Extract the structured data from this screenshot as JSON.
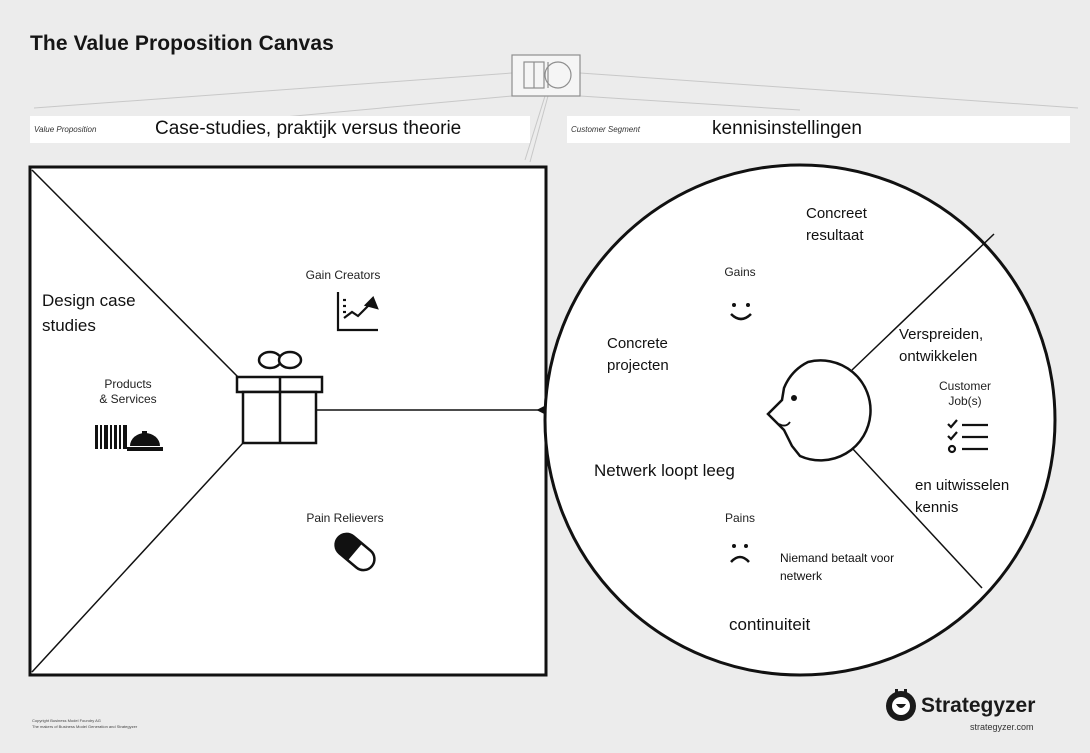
{
  "title": "The Value Proposition Canvas",
  "value_proposition": {
    "label": "Value Proposition",
    "value": "Case-studies, praktijk versus theorie"
  },
  "customer_segment": {
    "label": "Customer Segment",
    "value": "kennisinstellingen"
  },
  "left_panel": {
    "gain_creators": "Gain Creators",
    "products_services": [
      "Products",
      "& Services"
    ],
    "pain_relievers": "Pain Relievers",
    "notes": [
      "Design case",
      "studies"
    ]
  },
  "right_panel": {
    "gains": "Gains",
    "pains": "Pains",
    "customer_jobs": [
      "Customer",
      "Job(s)"
    ],
    "notes": {
      "concreet": [
        "Concreet",
        "resultaat"
      ],
      "concrete": [
        "Concrete",
        "projecten"
      ],
      "verspreiden": [
        "Verspreiden,",
        "ontwikkelen"
      ],
      "netwerk": "Netwerk loopt leeg",
      "uitwisselen": [
        "en uitwisselen",
        "kennis"
      ],
      "niemand": [
        "Niemand betaalt voor",
        "netwerk"
      ],
      "continuiteit": "continuiteit"
    }
  },
  "footer": {
    "copyright": [
      "Copyright Business Model Foundry AG",
      "The makers of Business Model Generation and Strategyzer"
    ],
    "brand": "Strategyzer",
    "url": "strategyzer.com"
  },
  "colors": {
    "background": "#ececec",
    "ink": "#111111",
    "panel": "#ffffff"
  }
}
